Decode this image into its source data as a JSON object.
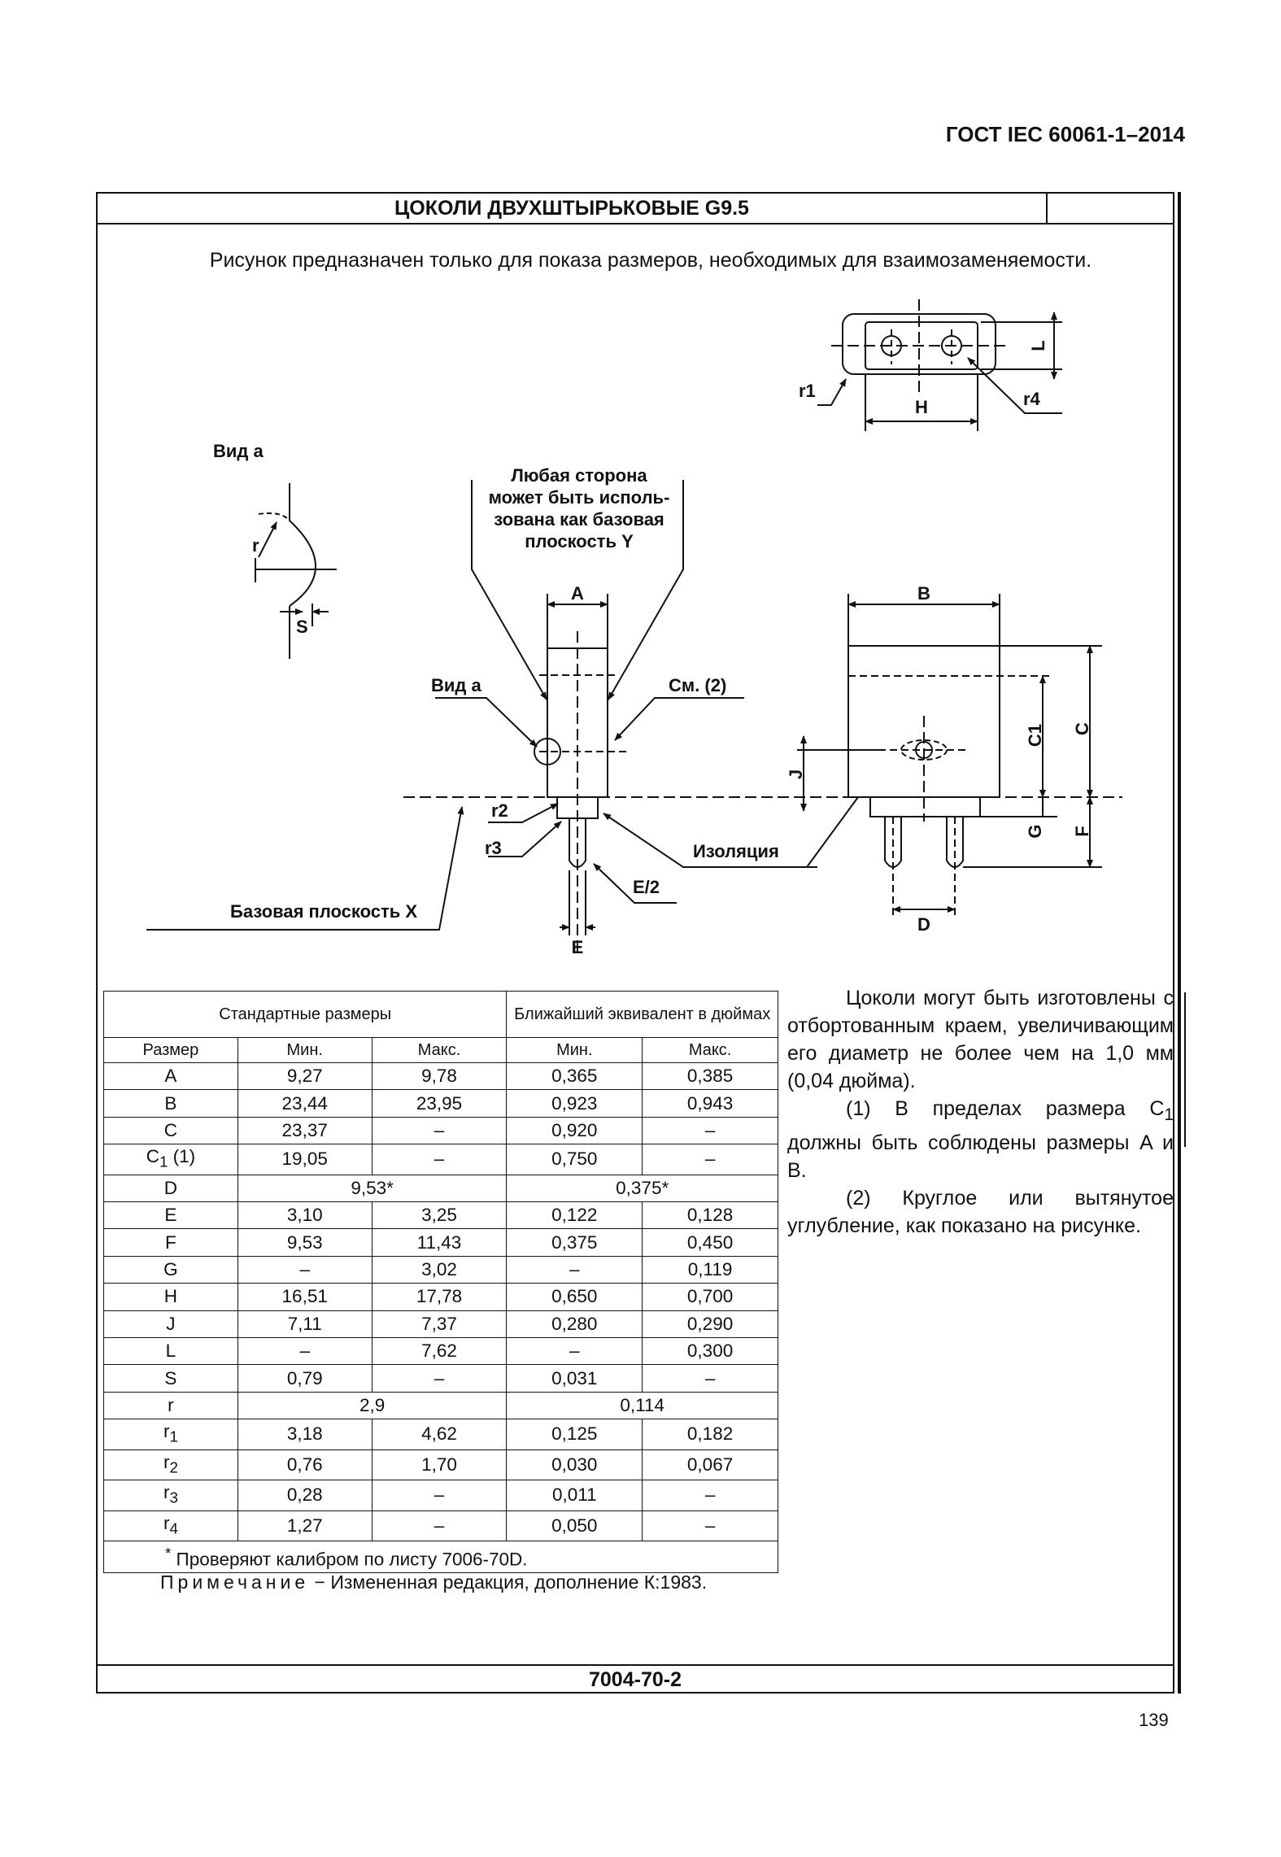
{
  "header": {
    "standard": "ГОСТ IEC 60061-1–2014"
  },
  "title": "ЦОКОЛИ ДВУХШТЫРЬКОВЫЕ G9.5",
  "intro": "Рисунок предназначен только для показа размеров, необходимых для взаимозаменяемости.",
  "drawing": {
    "view_a": "Вид а",
    "view_a_ref": "Вид а",
    "callout_lines": [
      "Любая сторона",
      "может быть исполь-",
      "зована как базовая",
      "плоскость Y"
    ],
    "see_note": "См. (2)",
    "insulation": "Изоляция",
    "base_plane": "Базовая плоскость X",
    "labels": {
      "A": "A",
      "B": "B",
      "C": "C",
      "C1": "C1",
      "D": "D",
      "E": "E",
      "E2": "E/2",
      "F": "F",
      "G": "G",
      "H": "H",
      "J": "J",
      "L": "L",
      "r": "r",
      "r1": "r1",
      "r2": "r2",
      "r3": "r3",
      "r4": "r4",
      "S": "S"
    }
  },
  "table": {
    "group_standard": "Стандартные размеры",
    "group_inch": "Ближайший эквивалент в дюймах",
    "col_size": "Размер",
    "col_min": "Мин.",
    "col_max": "Макс.",
    "col_min_in": "Мин.",
    "col_max_in": "Макс.",
    "rows": [
      {
        "name": "A",
        "sub": "",
        "suffix": "",
        "min": "9,27",
        "max": "9,78",
        "min_in": "0,365",
        "max_in": "0,385"
      },
      {
        "name": "B",
        "sub": "",
        "suffix": "",
        "min": "23,44",
        "max": "23,95",
        "min_in": "0,923",
        "max_in": "0,943"
      },
      {
        "name": "C",
        "sub": "",
        "suffix": "",
        "min": "23,37",
        "max": "–",
        "min_in": "0,920",
        "max_in": "–"
      },
      {
        "name": "C",
        "sub": "1",
        "suffix": " (1)",
        "min": "19,05",
        "max": "–",
        "min_in": "0,750",
        "max_in": "–"
      },
      {
        "name": "D",
        "sub": "",
        "suffix": "",
        "merged": "9,53*",
        "merged_in": "0,375*"
      },
      {
        "name": "E",
        "sub": "",
        "suffix": "",
        "min": "3,10",
        "max": "3,25",
        "min_in": "0,122",
        "max_in": "0,128"
      },
      {
        "name": "F",
        "sub": "",
        "suffix": "",
        "min": "9,53",
        "max": "11,43",
        "min_in": "0,375",
        "max_in": "0,450"
      },
      {
        "name": "G",
        "sub": "",
        "suffix": "",
        "min": "–",
        "max": "3,02",
        "min_in": "–",
        "max_in": "0,119"
      },
      {
        "name": "H",
        "sub": "",
        "suffix": "",
        "min": "16,51",
        "max": "17,78",
        "min_in": "0,650",
        "max_in": "0,700"
      },
      {
        "name": "J",
        "sub": "",
        "suffix": "",
        "min": "7,11",
        "max": "7,37",
        "min_in": "0,280",
        "max_in": "0,290"
      },
      {
        "name": "L",
        "sub": "",
        "suffix": "",
        "min": "–",
        "max": "7,62",
        "min_in": "–",
        "max_in": "0,300"
      },
      {
        "name": "S",
        "sub": "",
        "suffix": "",
        "min": "0,79",
        "max": "–",
        "min_in": "0,031",
        "max_in": "–"
      },
      {
        "name": "r",
        "sub": "",
        "suffix": "",
        "merged": "2,9",
        "merged_in": "0,114"
      },
      {
        "name": "r",
        "sub": "1",
        "suffix": "",
        "min": "3,18",
        "max": "4,62",
        "min_in": "0,125",
        "max_in": "0,182"
      },
      {
        "name": "r",
        "sub": "2",
        "suffix": "",
        "min": "0,76",
        "max": "1,70",
        "min_in": "0,030",
        "max_in": "0,067"
      },
      {
        "name": "r",
        "sub": "3",
        "suffix": "",
        "min": "0,28",
        "max": "–",
        "min_in": "0,011",
        "max_in": "–"
      },
      {
        "name": "r",
        "sub": "4",
        "suffix": "",
        "min": "1,27",
        "max": "–",
        "min_in": "0,050",
        "max_in": "–"
      }
    ],
    "footnote_mark": "*",
    "footnote": " Проверяют калибром по листу 7006-70D."
  },
  "side_text": {
    "p1": "Цоколи могут быть изготовлены с отбортованным краем, увеличивающим его диаметр не более чем на 1,0 мм (0,04 дюйма).",
    "p2_before": "(1) В пределах размера C",
    "p2_sub": "1",
    "p2_after": " должны быть соблюдены размеры A и B.",
    "p3": "(2) Круглое или вытянутое углубление, как показано на рисунке."
  },
  "note": {
    "label": "Примечание",
    "text": " − Измененная редакция, дополнение К:1983."
  },
  "sheet_code": "7004-70-2",
  "page_number": "139"
}
